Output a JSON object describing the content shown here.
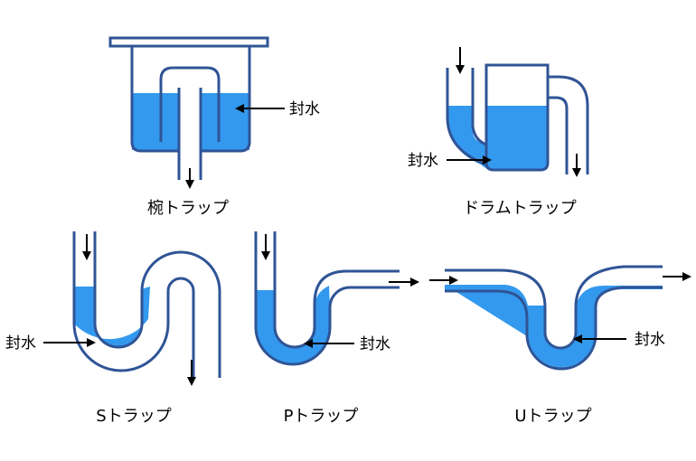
{
  "colors": {
    "pipe": "#2f5496",
    "water": "#3399ee",
    "arrow": "#000000"
  },
  "labels": {
    "seal_water": "封水"
  },
  "traps": [
    {
      "id": "bowl",
      "caption": "椀トラップ"
    },
    {
      "id": "drum",
      "caption": "ドラムトラップ"
    },
    {
      "id": "s",
      "caption": "Sトラップ"
    },
    {
      "id": "p",
      "caption": "Pトラップ"
    },
    {
      "id": "u",
      "caption": "Uトラップ"
    }
  ]
}
